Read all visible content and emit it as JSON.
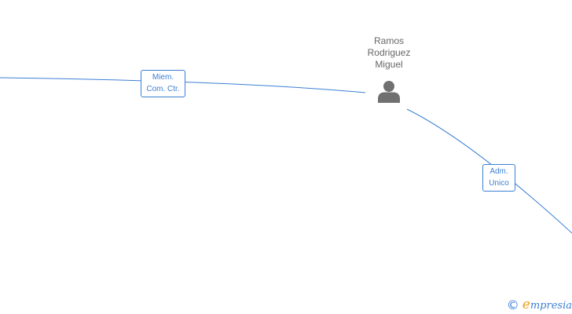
{
  "person": {
    "name_line1": "Ramos",
    "name_line2": "Rodriguez",
    "name_line3": "Miguel",
    "icon": "person-icon"
  },
  "relations": [
    {
      "line1": "Miem.",
      "line2": "Com. Ctr."
    },
    {
      "line1": "Adm.",
      "line2": "Unico"
    }
  ],
  "watermark": {
    "symbol": "©",
    "brand_first": "e",
    "brand_rest": "mpresia"
  },
  "colors": {
    "edge": "#3b7fd4",
    "name_text": "#666666",
    "icon": "#707070",
    "brand_accent": "#e8a317"
  }
}
